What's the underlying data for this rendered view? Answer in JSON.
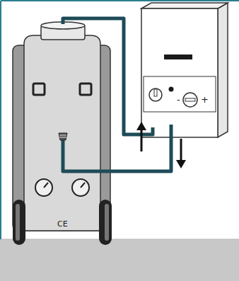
{
  "diagram": {
    "labels": [
      "CE",
      "-",
      "+"
    ]
  }
}
